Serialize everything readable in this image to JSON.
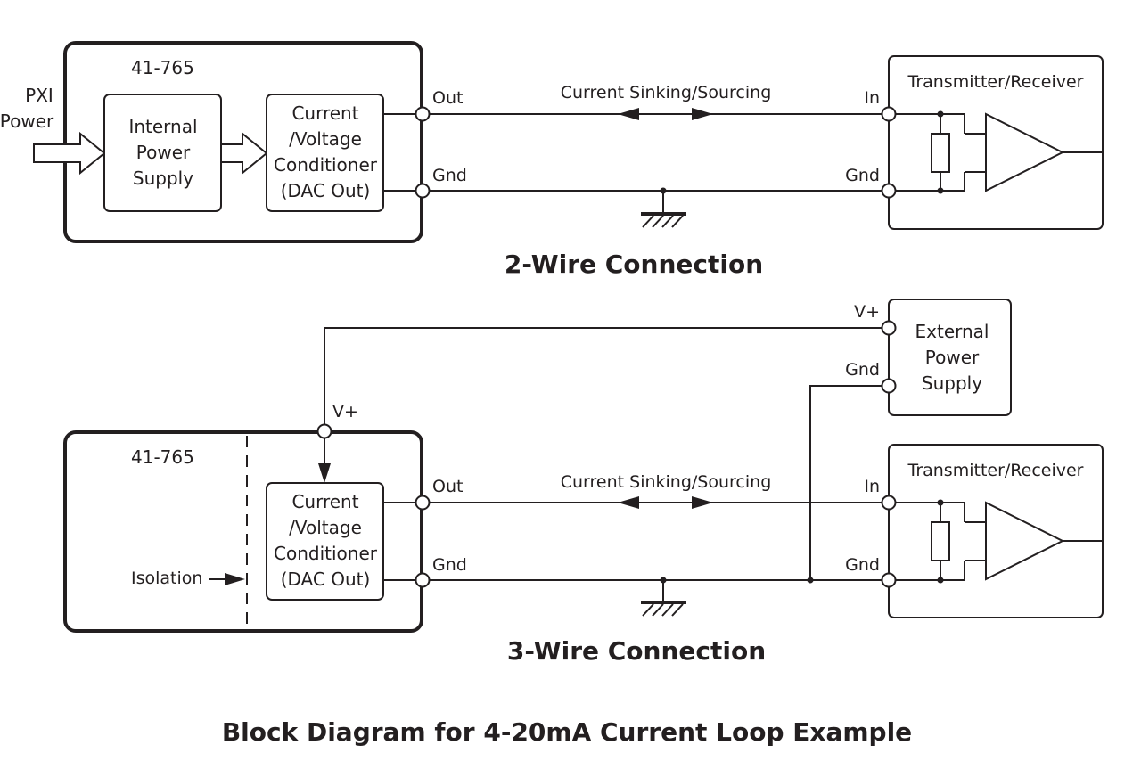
{
  "diagram_title": "Block Diagram for 4-20mA Current Loop Example",
  "two_wire": {
    "caption": "2-Wire Connection",
    "module": "41-765",
    "pxi_power": [
      "PXI",
      "Power"
    ],
    "internal_supply": [
      "Internal",
      "Power",
      "Supply"
    ],
    "conditioner": [
      "Current",
      "/Voltage",
      "Conditioner",
      "(DAC Out)"
    ],
    "out": "Out",
    "gnd": "Gnd",
    "current_label": "Current Sinking/Sourcing",
    "rx_title": "Transmitter/Receiver",
    "rx_in": "In",
    "rx_gnd": "Gnd"
  },
  "three_wire": {
    "caption": "3-Wire Connection",
    "module": "41-765",
    "vplus_module": "V+",
    "isolation": "Isolation",
    "conditioner": [
      "Current",
      "/Voltage",
      "Conditioner",
      "(DAC Out)"
    ],
    "out": "Out",
    "gnd": "Gnd",
    "current_label": "Current Sinking/Sourcing",
    "ext_supply": [
      "External",
      "Power",
      "Supply"
    ],
    "ext_vplus": "V+",
    "ext_gnd": "Gnd",
    "rx_title": "Transmitter/Receiver",
    "rx_in": "In",
    "rx_gnd": "Gnd"
  }
}
